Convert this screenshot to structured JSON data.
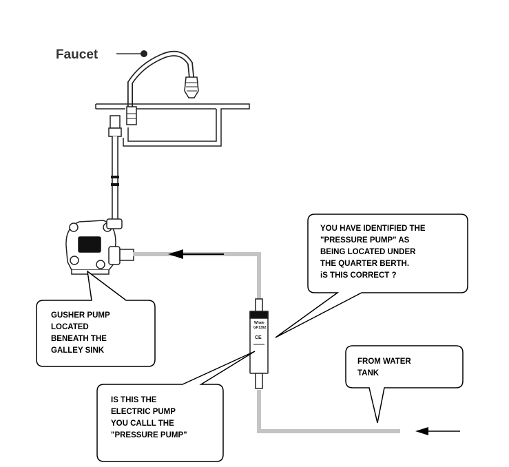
{
  "faucet": {
    "label": "Faucet"
  },
  "pump_markings": {
    "brand_line1": "Whale",
    "brand_line2": "GP1392",
    "ce_mark": "CE"
  },
  "callouts": [
    {
      "id": "gusher",
      "lines": [
        "GUSHER PUMP",
        "LOCATED",
        "BENEATH THE",
        "GALLEY SINK"
      ]
    },
    {
      "id": "pressure",
      "lines": [
        "YOU HAVE IDENTIFIED THE",
        "\"PRESSURE PUMP\" AS",
        "BEING LOCATED UNDER",
        "THE QUARTER BERTH.",
        "iS THIS CORRECT ?"
      ]
    },
    {
      "id": "electric",
      "lines": [
        "IS THIS THE",
        "ELECTRIC PUMP",
        "YOU CALLL THE",
        "\"PRESSURE PUMP\""
      ]
    },
    {
      "id": "tank",
      "lines": [
        "FROM WATER",
        "TANK"
      ]
    }
  ],
  "colors": {
    "pipe": "#c4c4c4",
    "line": "#000000",
    "background": "#ffffff"
  }
}
